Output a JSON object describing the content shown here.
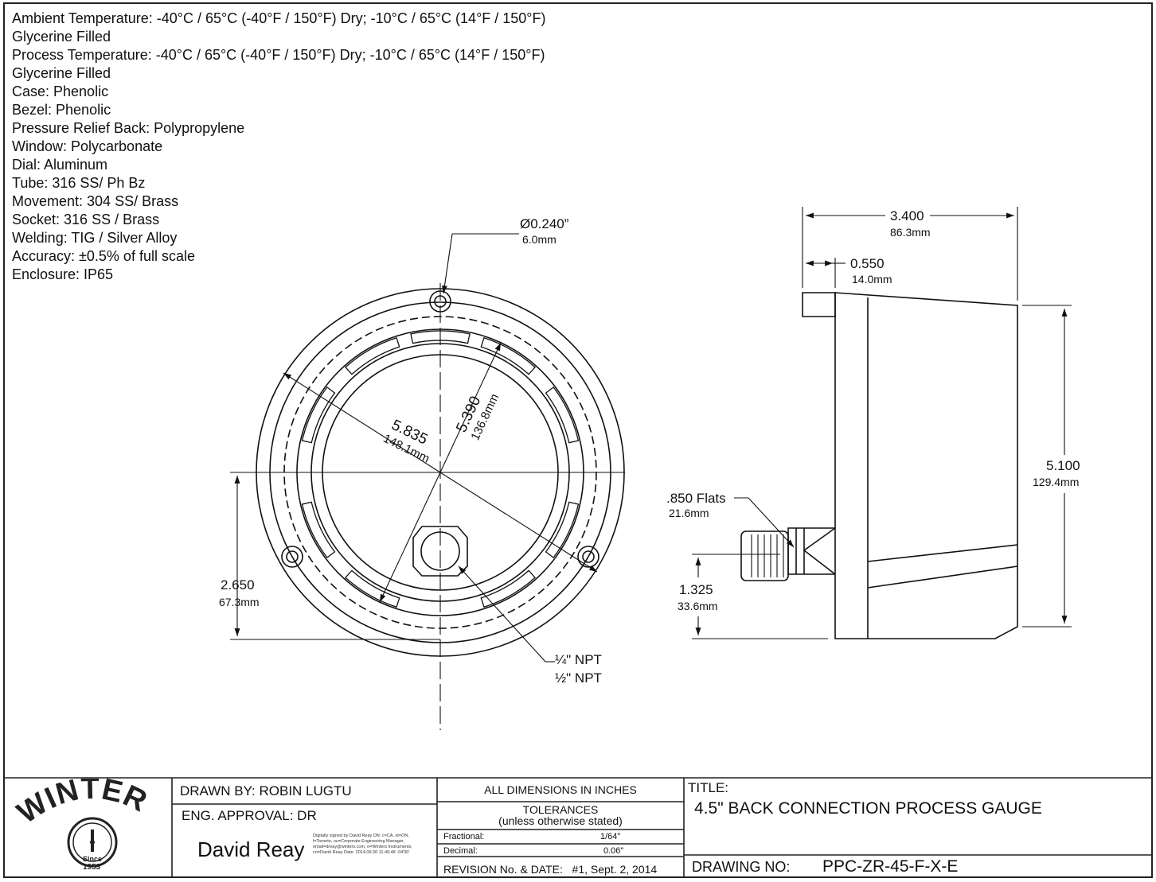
{
  "specs": [
    "Ambient Temperature: -40°C / 65°C (-40°F / 150°F) Dry; -10°C / 65°C (14°F / 150°F)",
    "Glycerine Filled",
    "Process Temperature: -40°C / 65°C (-40°F / 150°F) Dry; -10°C / 65°C (14°F / 150°F)",
    "Glycerine Filled",
    "Case: Phenolic",
    "Bezel: Phenolic",
    "Pressure Relief Back: Polypropylene",
    "Window: Polycarbonate",
    "Dial: Aluminum",
    "Tube: 316 SS/ Ph Bz",
    "Movement: 304 SS/ Brass",
    "Socket: 316 SS / Brass",
    "Welding: TIG / Silver Alloy",
    "Accuracy: ±0.5% of full scale",
    "Enclosure: IP65"
  ],
  "front_view": {
    "hole_dia_in": "Ø0.240”",
    "hole_dia_mm": "6.0mm",
    "outer_dia_in": "5.835",
    "outer_dia_mm": "148.1mm",
    "inner_dia_in": "5.390",
    "inner_dia_mm": "136.8mm",
    "height_in": "2.650",
    "height_mm": "67.3mm",
    "npt_quarter": "¼\" NPT",
    "npt_half": "½\" NPT"
  },
  "side_view": {
    "depth_in": "3.400",
    "depth_mm": "86.3mm",
    "flange_in": "0.550",
    "flange_mm": "14.0mm",
    "height_in": "5.100",
    "height_mm": "129.4mm",
    "flats_in": ".850 Flats",
    "flats_mm": "21.6mm",
    "socket_in": "1.325",
    "socket_mm": "33.6mm"
  },
  "title_block": {
    "logo_text": "WINTERS",
    "logo_since": "Since",
    "logo_year": "1953",
    "drawn_by": "DRAWN BY: ROBIN LUGTU",
    "eng_approval": "ENG. APPROVAL: DR",
    "signature": "David Reay",
    "signature_note": "Digitally signed by David Reay DN: c=CA, st=ON, l=Toronto, ou=Corporate Engineering Manager, email=dreay@winters.com, o=Winters Instruments, cn=David Reay Date: 2014.09.30 11:40:48 -04'00'",
    "dimensions_note": "ALL DIMENSIONS IN INCHES",
    "tolerances": "TOLERANCES",
    "tolerances_sub": "(unless otherwise stated)",
    "fractional_label": "Fractional:",
    "fractional_value": "1/64\"",
    "decimal_label": "Decimal:",
    "decimal_value": "0.06\"",
    "revision": "REVISION No. & DATE:   #1, Sept. 2, 2014",
    "title_label": "TITLE:",
    "title": "4.5\" BACK CONNECTION PROCESS GAUGE",
    "drawing_no_label": "DRAWING NO:",
    "drawing_no": "PPC-ZR-45-F-X-E"
  }
}
